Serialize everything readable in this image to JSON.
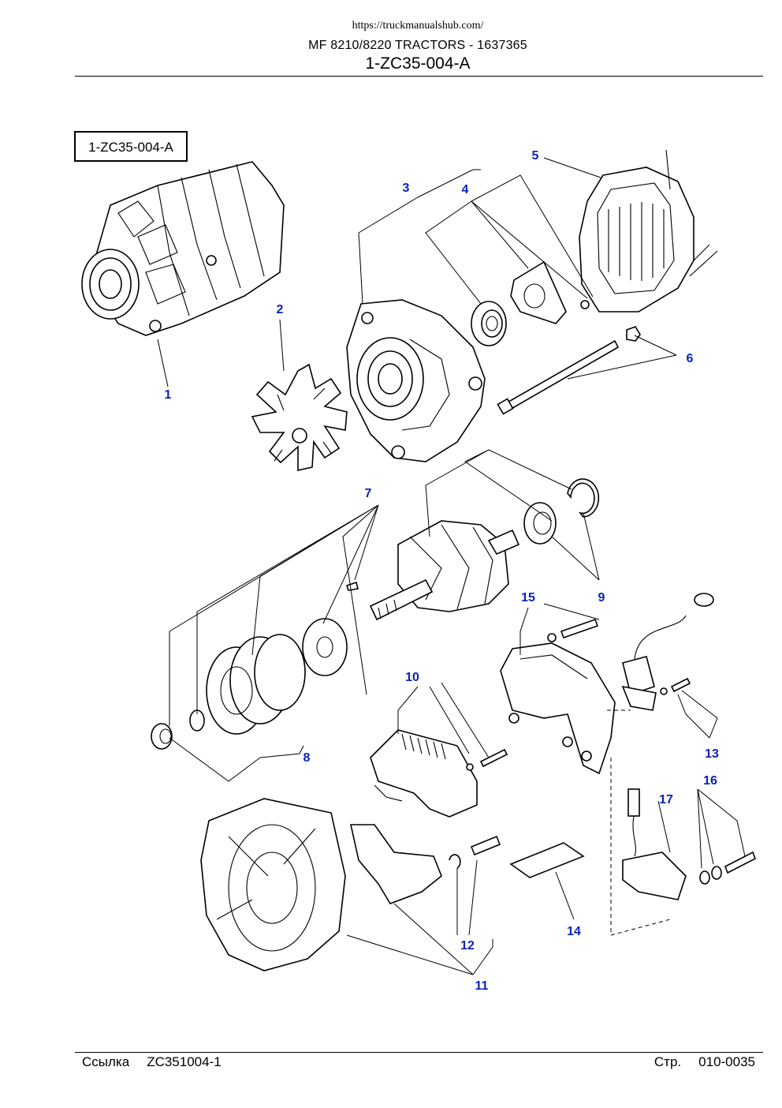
{
  "header": {
    "source_url": "https://truckmanualshub.com/",
    "title": "MF 8210/8220 TRACTORS - 1637365",
    "subtitle": "1-ZC35-004-A"
  },
  "diagram": {
    "figure_code": "1-ZC35-004-A",
    "callouts": [
      {
        "id": "c1",
        "label": "1"
      },
      {
        "id": "c2",
        "label": "2"
      },
      {
        "id": "c3",
        "label": "3"
      },
      {
        "id": "c4",
        "label": "4"
      },
      {
        "id": "c5",
        "label": "5"
      },
      {
        "id": "c6",
        "label": "6"
      },
      {
        "id": "c7",
        "label": "7"
      },
      {
        "id": "c8",
        "label": "8"
      },
      {
        "id": "c9",
        "label": "9"
      },
      {
        "id": "c10",
        "label": "10"
      },
      {
        "id": "c11",
        "label": "11"
      },
      {
        "id": "c12",
        "label": "12"
      },
      {
        "id": "c13",
        "label": "13"
      },
      {
        "id": "c14",
        "label": "14"
      },
      {
        "id": "c15",
        "label": "15"
      },
      {
        "id": "c16",
        "label": "16"
      },
      {
        "id": "c17",
        "label": "17"
      }
    ],
    "callout_color": "#0a23b8"
  },
  "footer": {
    "ref_label": "Ссылка",
    "ref_code": "ZC351004-1",
    "page_label": "Стр.",
    "page_number": "010-0035"
  }
}
